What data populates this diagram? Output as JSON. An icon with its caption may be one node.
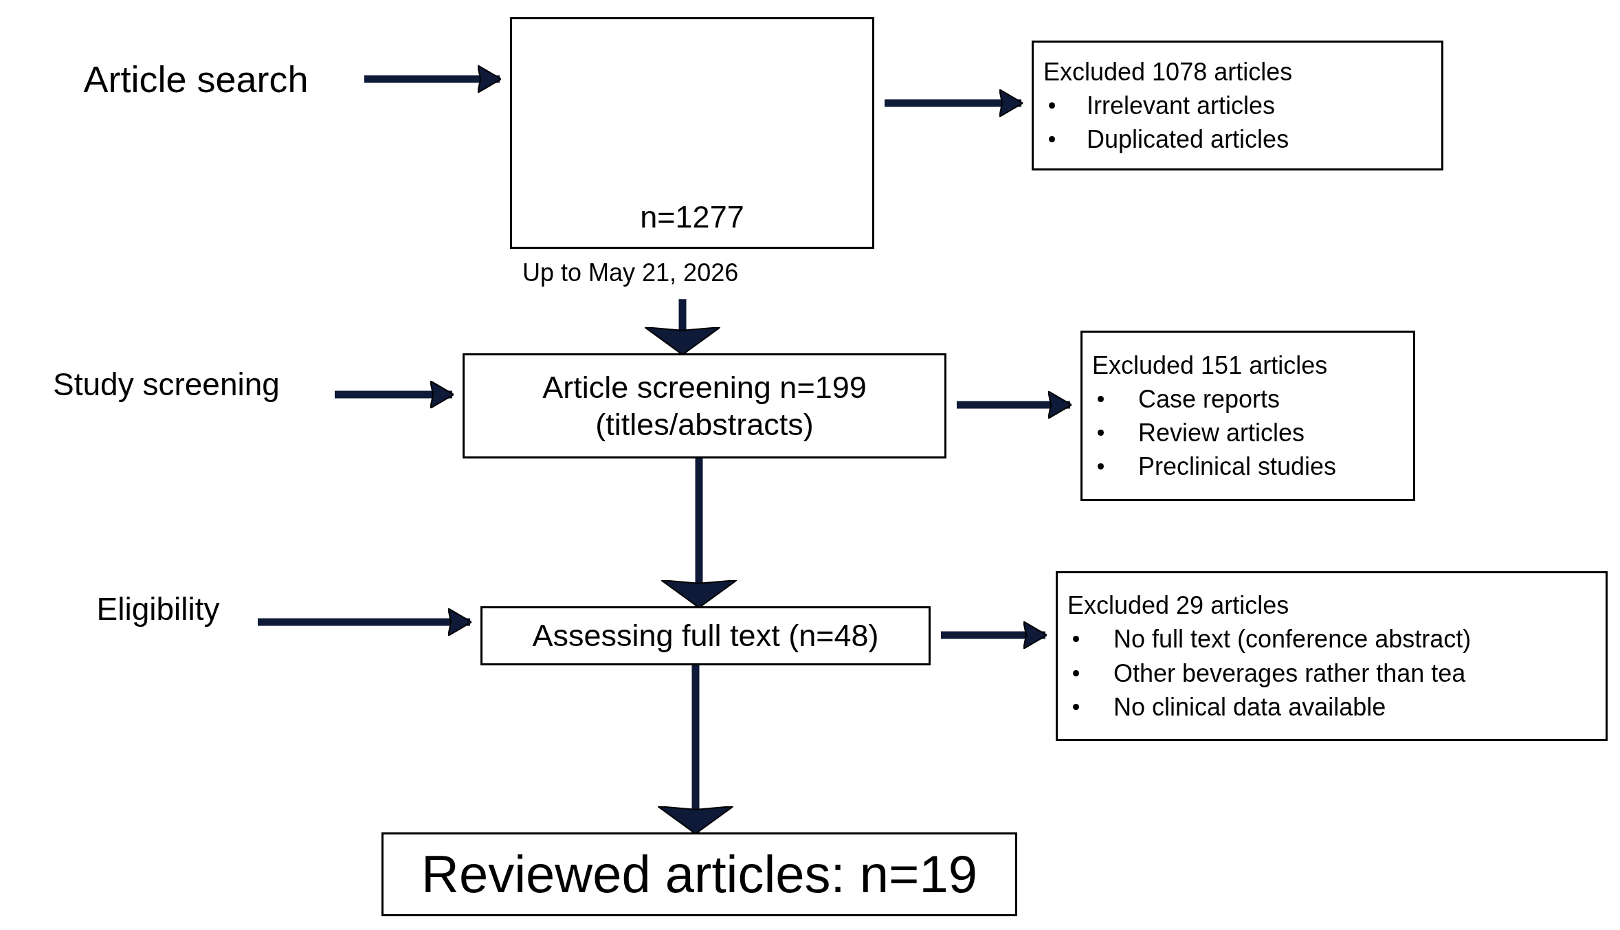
{
  "diagram": {
    "nodes": [
      {
        "text": [
          "Article search"
        ]
      },
      {
        "text": [
          "n=1277"
        ],
        "beside": [
          "Up to May 21, 2026"
        ]
      },
      {
        "text": [
          "Excluded 1078 articles",
          "Irrelevant articles",
          "Duplicated articles"
        ]
      },
      {
        "text": [
          "Study screening"
        ]
      },
      {
        "text": [
          "Article screening n=199 (titles/abstracts)"
        ]
      },
      {
        "text": [
          "Excluded 151 articles",
          "Case reports",
          "Review articles",
          "Preclinical studies"
        ]
      },
      {
        "text": [
          "Eligibility"
        ]
      },
      {
        "text": [
          "Assessing full text (n=48)"
        ]
      },
      {
        "text": [
          "Excluded 29 articles",
          "No full text (conference abstract)",
          "Other beverages rather than tea",
          "No clinical data available"
        ]
      },
      {
        "text": [
          "Reviewed articles: n=19"
        ]
      }
    ],
    "edges": [
      {
        "from": 0,
        "to": 1,
        "arrow": "to"
      },
      {
        "from": 1,
        "to": 2,
        "arrow": "to"
      },
      {
        "from": 1,
        "to": 4,
        "arrow": "to"
      },
      {
        "from": 3,
        "to": 4,
        "arrow": "to"
      },
      {
        "from": 4,
        "to": 5,
        "arrow": "to"
      },
      {
        "from": 4,
        "to": 7,
        "arrow": "to"
      },
      {
        "from": 6,
        "to": 7,
        "arrow": "to"
      },
      {
        "from": 7,
        "to": 8,
        "arrow": "to"
      },
      {
        "from": 7,
        "to": 9,
        "arrow": "to"
      }
    ]
  }
}
